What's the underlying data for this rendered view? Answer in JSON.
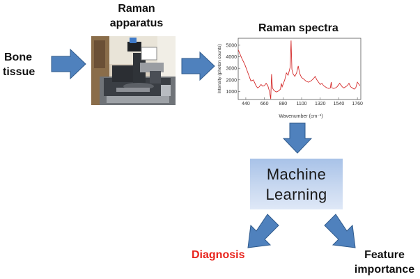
{
  "labels": {
    "bone_line1": "Bone",
    "bone_line2": "tissue",
    "apparatus_line1": "Raman",
    "apparatus_line2": "apparatus",
    "spectra_title": "Raman spectra",
    "ml_line1": "Machine",
    "ml_line2": "Learning",
    "diagnosis": "Diagnosis",
    "feature_line1": "Feature",
    "feature_line2": "importance"
  },
  "colors": {
    "arrow_fill": "#4f81bd",
    "arrow_stroke": "#2f5a8c",
    "diagnosis_text": "#e8231c",
    "spectrum_line": "#d42a2a"
  },
  "chart_data": {
    "type": "line",
    "title": "",
    "xlabel": "Wavenumber (cm⁻¹)",
    "ylabel": "Intensity (photon counts)",
    "xlim": [
      350,
      1800
    ],
    "ylim": [
      300,
      5600
    ],
    "x_ticks": [
      "440",
      "660",
      "880",
      "1100",
      "1320",
      "1540",
      "1760"
    ],
    "y_ticks": [
      "1000",
      "2000",
      "3000",
      "4000",
      "5000"
    ],
    "series": [
      {
        "color": "#d42a2a",
        "x": [
          350,
          390,
          430,
          470,
          500,
          530,
          560,
          580,
          600,
          620,
          640,
          660,
          680,
          700,
          720,
          735,
          745,
          755,
          770,
          800,
          830,
          850,
          860,
          870,
          885,
          900,
          920,
          940,
          955,
          965,
          975,
          985,
          1000,
          1020,
          1040,
          1060,
          1070,
          1080,
          1100,
          1120,
          1150,
          1180,
          1210,
          1240,
          1260,
          1280,
          1300,
          1320,
          1340,
          1360,
          1380,
          1400,
          1420,
          1440,
          1450,
          1460,
          1480,
          1500,
          1520,
          1550,
          1580,
          1600,
          1620,
          1640,
          1660,
          1680,
          1700,
          1720,
          1740,
          1760,
          1790
        ],
        "y": [
          4600,
          3900,
          3300,
          2500,
          1900,
          2000,
          1500,
          1300,
          1400,
          1600,
          1450,
          1500,
          1700,
          1500,
          1000,
          350,
          2500,
          1300,
          1100,
          950,
          1050,
          1200,
          1700,
          1400,
          1700,
          2000,
          2600,
          2400,
          2800,
          3100,
          5400,
          2900,
          2500,
          2300,
          2600,
          3200,
          2800,
          2500,
          2200,
          2100,
          1900,
          1800,
          1900,
          2100,
          2300,
          2000,
          1800,
          1600,
          1700,
          1500,
          1400,
          1300,
          1250,
          1300,
          1800,
          1300,
          1250,
          1300,
          1400,
          1700,
          1400,
          1300,
          1400,
          1500,
          1700,
          1400,
          1300,
          1200,
          1300,
          1800,
          1500
        ]
      }
    ]
  }
}
